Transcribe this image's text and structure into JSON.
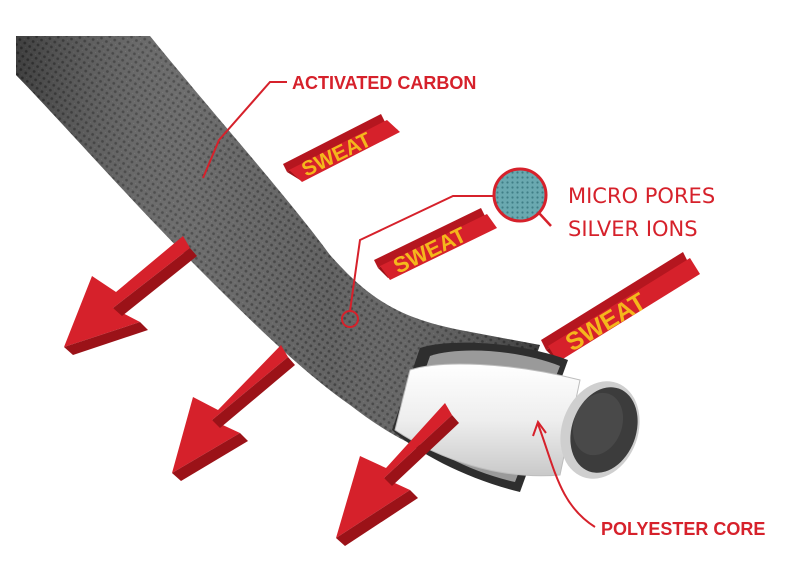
{
  "labels": {
    "activated_carbon": "ACTIVATED CARBON",
    "micro_pores": "MICRO PORES",
    "silver_ions": "SILVER IONS",
    "polyester_core": "POLYESTER CORE"
  },
  "sweat": [
    "SWEAT",
    "SWEAT",
    "SWEAT"
  ],
  "colors": {
    "accent_red": "#d6212b",
    "dark_red": "#9b1218",
    "sweat_text": "#f4b71c",
    "fabric_dark": "#4a4a4a",
    "fabric_light": "#8a8a8a",
    "core_white": "#f2f2f2",
    "pore_teal": "#5a9ea6"
  }
}
